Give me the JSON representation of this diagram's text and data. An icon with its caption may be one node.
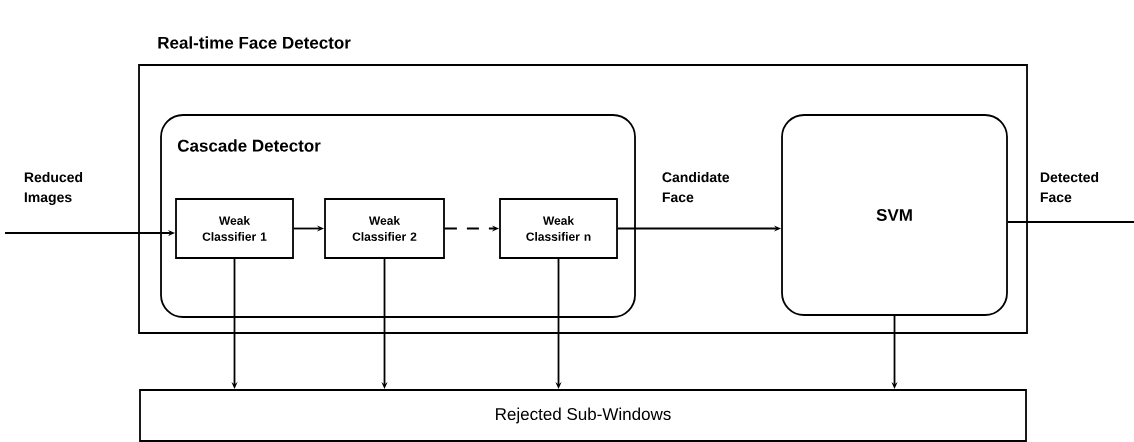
{
  "diagram": {
    "nodes": [
      {
        "text": [
          "Real-time Face Detector"
        ]
      },
      {
        "text": [
          "Cascade Detector"
        ],
        "in": 0
      },
      {
        "text": [
          "Weak Classifier 1"
        ],
        "in": 1
      },
      {
        "text": [
          "Weak Classifier 2"
        ],
        "in": 1
      },
      {
        "text": [
          "Weak Classifier n"
        ],
        "in": 1
      },
      {
        "text": [
          "SVM"
        ],
        "in": 0
      },
      {
        "text": [
          "Rejected Sub-Windows"
        ]
      }
    ],
    "edges": [
      {
        "from": null,
        "to": 2,
        "arrow": "to",
        "label": "Reduced Images"
      },
      {
        "from": 2,
        "to": 3,
        "arrow": "to"
      },
      {
        "from": 3,
        "to": 4,
        "arrow": "to",
        "style": "dashed"
      },
      {
        "from": 4,
        "to": 5,
        "arrow": "to",
        "label": "Candidate Face"
      },
      {
        "from": 5,
        "to": null,
        "arrow": "none",
        "label": "Detected Face"
      },
      {
        "from": 2,
        "to": 6,
        "arrow": "to"
      },
      {
        "from": 3,
        "to": 6,
        "arrow": "to"
      },
      {
        "from": 4,
        "to": 6,
        "arrow": "to"
      },
      {
        "from": 5,
        "to": 6,
        "arrow": "to"
      }
    ]
  }
}
